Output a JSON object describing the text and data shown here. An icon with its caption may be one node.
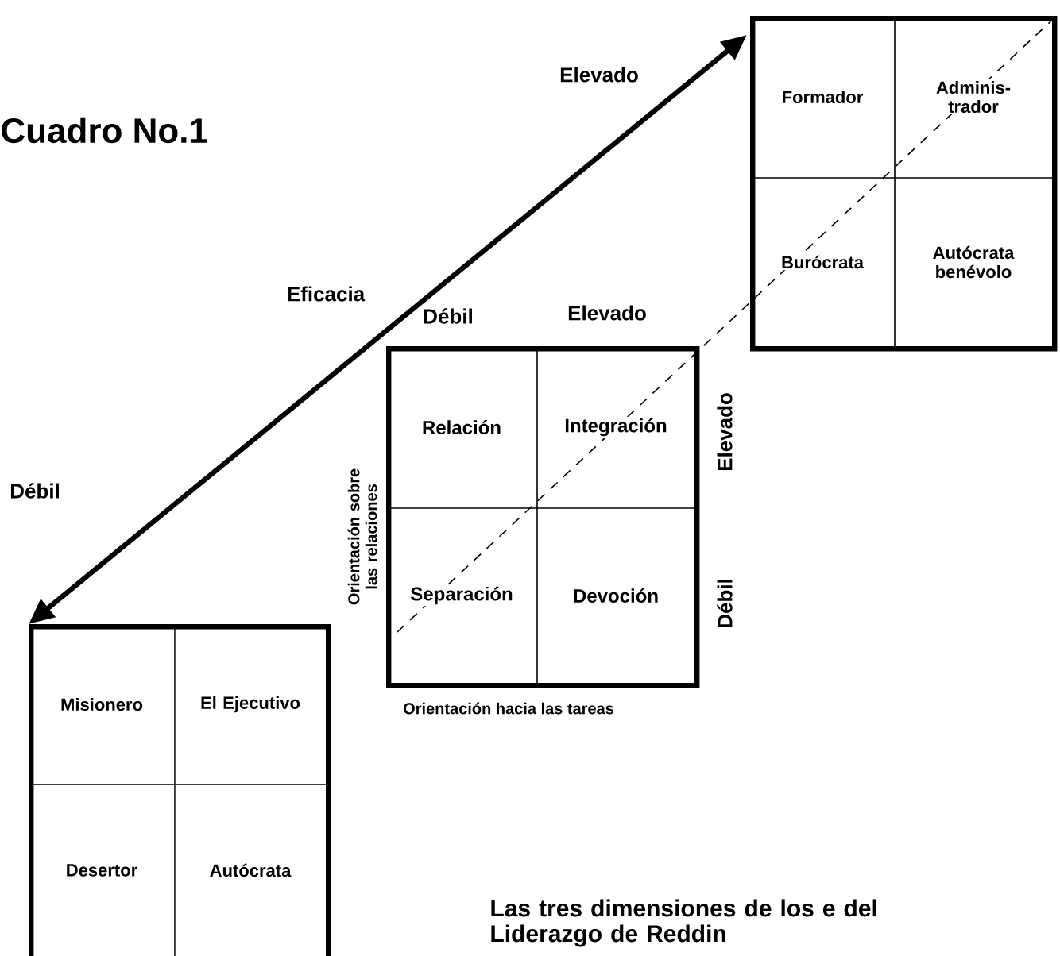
{
  "diagram": {
    "title": "Cuadro No.1",
    "caption": "Las tres dimensiones de los e del Liderazgo de Reddin",
    "nodes": [
      {
        "text": [],
        "shape": "box"
      },
      {
        "text": [
          "Formador"
        ],
        "in": 0
      },
      {
        "text": [
          "Adminis-trador"
        ],
        "in": 0
      },
      {
        "text": [
          "Burócrata"
        ],
        "in": 0
      },
      {
        "text": [
          "Autócrata benévolo"
        ],
        "in": 0
      },
      {
        "text": [],
        "shape": "box"
      },
      {
        "text": [
          "Relación"
        ],
        "in": 5
      },
      {
        "text": [
          "Integración"
        ],
        "in": 5
      },
      {
        "text": [
          "Separación"
        ],
        "in": 5
      },
      {
        "text": [
          "Devoción"
        ],
        "in": 5
      },
      {
        "text": [],
        "shape": "box"
      },
      {
        "text": [
          "Misionero"
        ],
        "in": 10
      },
      {
        "text": [
          "El Ejecutivo"
        ],
        "in": 10
      },
      {
        "text": [
          "Desertor"
        ],
        "in": 10
      },
      {
        "text": [
          "Autócrata"
        ],
        "in": 10
      }
    ],
    "edges": [
      {
        "from": 10,
        "to": 0,
        "arrow": "both"
      }
    ],
    "labels": [
      "Elevado",
      "Eficacia",
      "Débil",
      "Débil",
      "Elevado",
      "Elevado",
      "Orientación sobre las relaciones",
      "Débil",
      "Orientación hacia las tareas"
    ]
  }
}
